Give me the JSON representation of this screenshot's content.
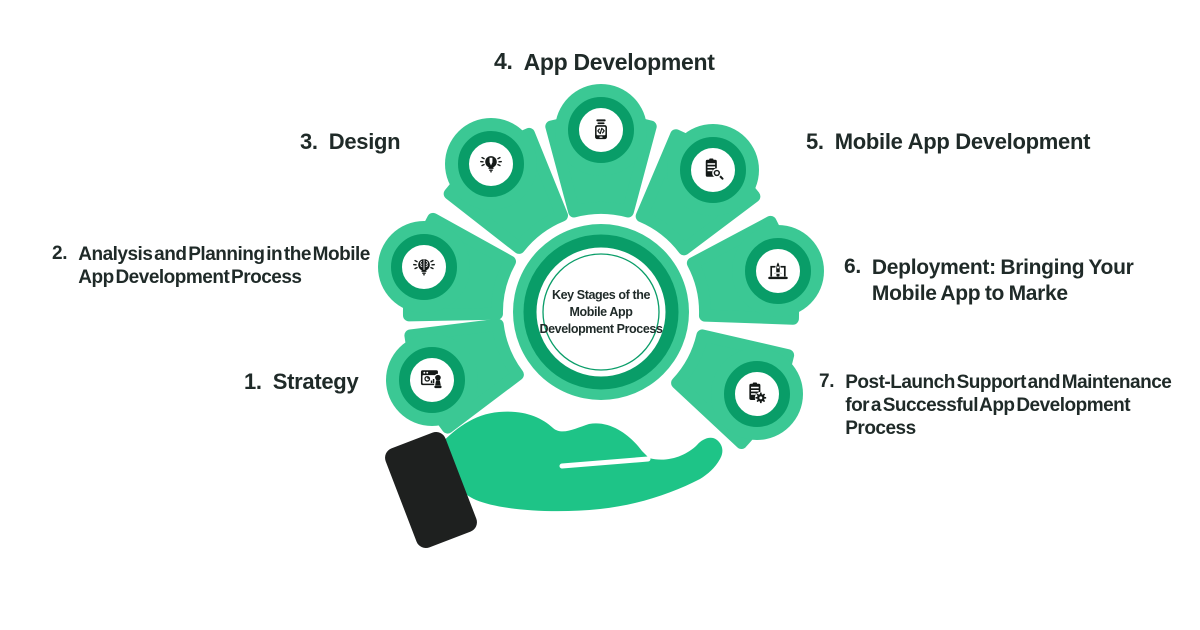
{
  "center": {
    "title": "Key Stages of the\nMobile App\nDevelopment Process"
  },
  "stages": [
    {
      "number": "1.",
      "label": "Strategy",
      "icon": "strategy-chess-icon"
    },
    {
      "number": "2.",
      "label": "Analysis and Planning in the Mobile\nApp Development Process",
      "icon": "analysis-brain-bulb-icon"
    },
    {
      "number": "3.",
      "label": "Design",
      "icon": "design-pencil-bulb-icon"
    },
    {
      "number": "4.",
      "label": "App Development",
      "icon": "phone-code-icon"
    },
    {
      "number": "5.",
      "label": "Mobile App Development",
      "icon": "document-search-icon"
    },
    {
      "number": "6.",
      "label": "Deployment: Bringing Your\nMobile App to Marke",
      "icon": "laptop-rocket-icon"
    },
    {
      "number": "7.",
      "label": "Post-Launch Support and Maintenance\nfor a Successful App Development\nProcess",
      "icon": "clipboard-gear-icon"
    }
  ],
  "colors": {
    "petal_green": "#3BC894",
    "ring_green": "#099D68",
    "hand_green": "#1EC487",
    "sleeve_black": "#1E201F",
    "icon_black": "#141917",
    "text_dark": "#1F2A28"
  }
}
